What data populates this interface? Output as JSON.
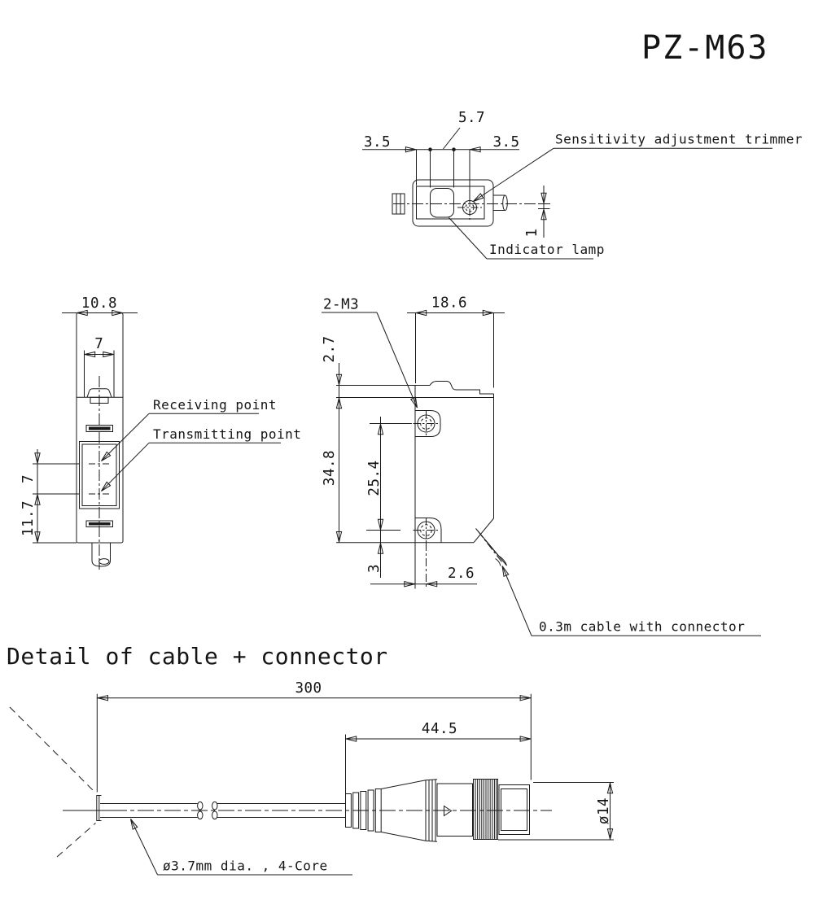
{
  "drawing": {
    "title": "PZ-M63",
    "detail_heading": "Detail of cable + connector"
  },
  "top_view": {
    "dim_left": "3.5",
    "dim_lamp_width": "5.7",
    "dim_right": "3.5",
    "dim_offset": "1",
    "label_trimmer": "Sensitivity adjustment trimmer",
    "label_lamp": "Indicator lamp"
  },
  "front_view": {
    "dim_width": "10.8",
    "dim_channel": "7",
    "dim_beam_gap": "7",
    "dim_lower": "11.7",
    "label_receiving": "Receiving point",
    "label_transmitting": "Transmitting point"
  },
  "side_view": {
    "dim_holes": "2-M3",
    "dim_depth": "18.6",
    "dim_top": "2.7",
    "dim_height": "34.8",
    "dim_hole_span": "25.4",
    "dim_hole_bottom": "3",
    "dim_hole_inset": "2.6",
    "label_cable": "0.3m cable with connector"
  },
  "detail_view": {
    "dim_cable_length": "300",
    "dim_connector_length": "44.5",
    "dim_diameter": "ø14",
    "label_cable_spec": "ø3.7mm dia. , 4-Core"
  }
}
